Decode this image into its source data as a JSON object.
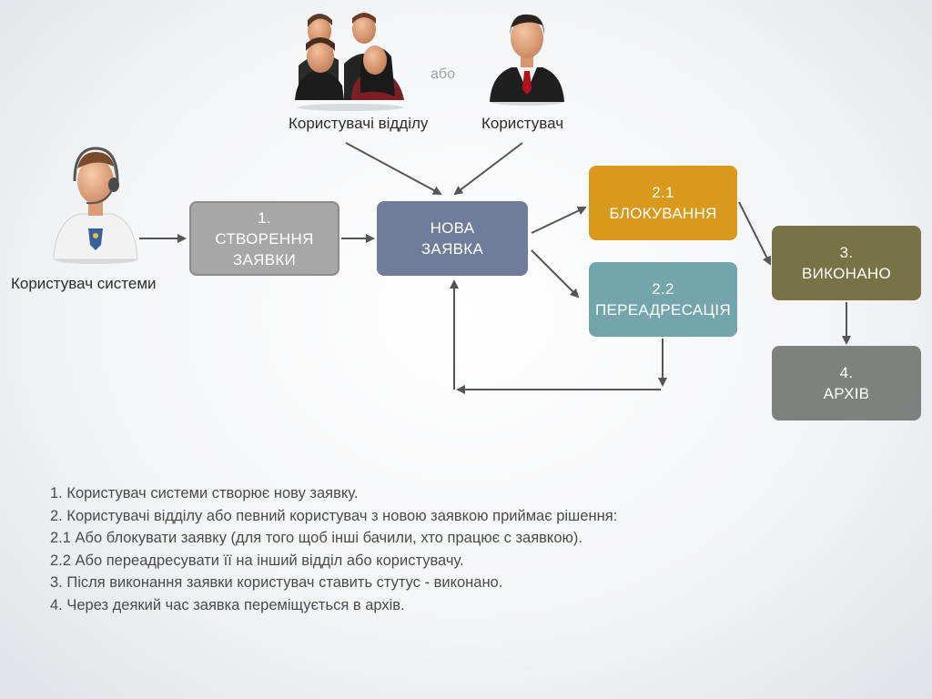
{
  "actors": {
    "dept_users": "Користувачі відділу",
    "or_label": "або",
    "user": "Користувач",
    "system_user": "Користувач системи"
  },
  "boxes": {
    "create": {
      "number": "1.",
      "text": "СТВОРЕННЯ ЗАЯВКИ",
      "color": "#a7a7a7"
    },
    "new": {
      "text": "НОВА ЗАЯВКА",
      "color": "#6e7d99"
    },
    "block": {
      "number": "2.1",
      "text": "БЛОКУВАННЯ",
      "color": "#d99a1c"
    },
    "redirect": {
      "number": "2.2",
      "text": "ПЕРЕАДРЕСАЦІЯ",
      "color": "#73a6ac"
    },
    "done": {
      "number": "3.",
      "text": "ВИКОНАНО",
      "color": "#787247"
    },
    "archive": {
      "number": "4.",
      "text": "АРХІВ",
      "color": "#7f817f"
    }
  },
  "notes": [
    "1.   Користувач системи створює нову заявку.",
    "2.   Користувачі відділу або певний користувач з новою заявкою приймає рішення:",
    "2.1 Або блокувати заявку (для того щоб інші бачили, хто працює с заявкою).",
    "2.2 Або переадресувати її на інший відділ або користувачу.",
    "3. Після виконання заявки користувач ставить стутус - виконано.",
    "4. Через деякий час заявка переміщується в архів."
  ]
}
